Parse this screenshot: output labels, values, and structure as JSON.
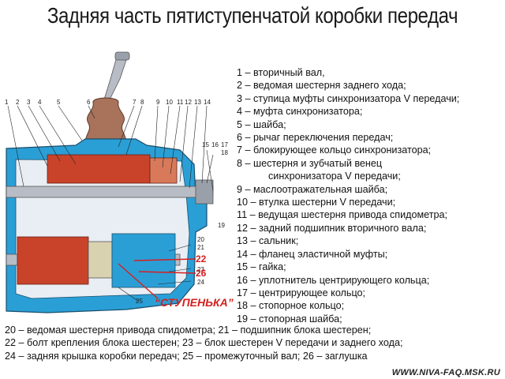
{
  "title": "Задняя часть пятиступенчатой коробки передач",
  "legend": [
    "1 – вторичный вал,",
    "2 – ведомая шестерня заднего хода;",
    "3 – ступица муфты синхронизатора V передачи;",
    "4 – муфта синхронизатора;",
    "5 – шайба;",
    "6 – рычаг переключения передач;",
    "7 – блокирующее кольцо синхронизатора;",
    "8 – шестерня и зубчатый венец",
    "синхронизатора V передачи;",
    "9 – маслоотражательная шайба;",
    "10 – втулка шестерни V передачи;",
    "11 – ведущая шестерня привода спидометра;",
    "12 – задний подшипник вторичного вала;",
    "13 – сальник;",
    "14 – фланец эластичной муфты;",
    "15 – гайка;",
    "16 – уплотнитель центрирующего кольца;",
    "17 – центрирующее кольцо;",
    "18 – стопорное кольцо;",
    "19 – стопорная шайба;"
  ],
  "bottom_lines": [
    "20 – ведомая шестерня привода спидометра; 21 – подшипник блока шестерен;",
    "22 – болт крепления блока шестерен; 23 – блок шестерен V передачи и заднего хода;",
    "24 – задняя крышка коробки передач; 25 – промежуточный вал; 26 – заглушка"
  ],
  "site": "WWW.NIVA-FAQ.MSK.RU",
  "diagram": {
    "top_numbers": [
      "1",
      "2",
      "3",
      "4",
      "5",
      "6",
      "7",
      "8",
      "9",
      "10",
      "11",
      "12",
      "13",
      "14"
    ],
    "right_numbers": [
      "15",
      "16",
      "17",
      "18",
      "19",
      "20",
      "21"
    ],
    "low_numbers": [
      "23",
      "24",
      "25"
    ],
    "highlight_numbers": [
      "22",
      "26"
    ],
    "step_label": "“СТУПЕНЬКА”"
  },
  "colors": {
    "housing_blue": "#2a9fd6",
    "gear_red": "#c8432a",
    "boot_brown": "#a8735a",
    "shaft_grey": "#b8bcc4",
    "highlight_red": "#d42020"
  }
}
